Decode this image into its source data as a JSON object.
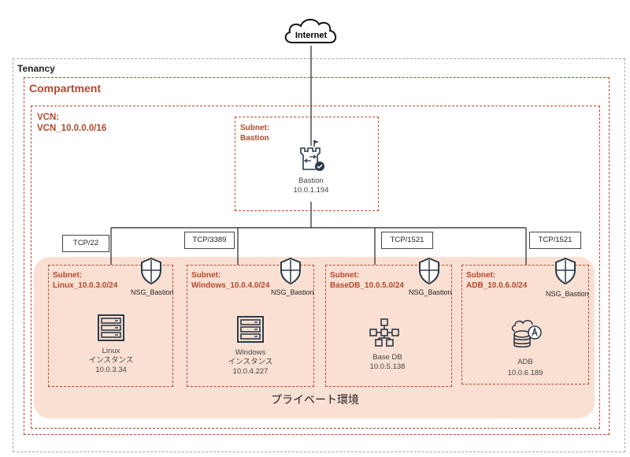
{
  "internet": {
    "label": "Internet",
    "icon": "cloud-icon"
  },
  "tenancy": {
    "label": "Tenancy"
  },
  "compartment": {
    "label": "Compartment"
  },
  "vcn": {
    "label_line1": "VCN:",
    "label_line2": "VCN_10.0.0.0/16"
  },
  "bastion_subnet": {
    "label_line1": "Subnet:",
    "label_line2": "Bastion",
    "node_name": "Bastion",
    "node_ip": "10.0.1.194",
    "icon": "bastion-tower-icon"
  },
  "tcp_labels": [
    "TCP/22",
    "TCP/3389",
    "TCP/1521",
    "TCP/1521"
  ],
  "private_area": {
    "label": "プライベート環境"
  },
  "subnets": [
    {
      "label_line1": "Subnet:",
      "label_line2": "Linux_10.0.3.0/24",
      "nsg": "NSG_Bastion",
      "node_line1": "Linux",
      "node_line2": "インスタンス",
      "node_ip": "10.0.3.34",
      "icon": "server-icon"
    },
    {
      "label_line1": "Subnet:",
      "label_line2": "Windows_10.0.4.0/24",
      "nsg": "NSG_Bastion",
      "node_line1": "Windows",
      "node_line2": "インスタンス",
      "node_ip": "10.0.4.227",
      "icon": "server-icon"
    },
    {
      "label_line1": "Subnet:",
      "label_line2": "BaseDB_10.0.5.0/24",
      "nsg": "NSG_Bastion",
      "node_line1": "Base DB",
      "node_line2": "",
      "node_ip": "10.0.5.138",
      "icon": "base-db-icon"
    },
    {
      "label_line1": "Subnet:",
      "label_line2": "ADB_10.0.6.0/24",
      "nsg": "NSG_Bastion",
      "node_line1": "ADB",
      "node_line2": "",
      "node_ip": "10.0.6.189",
      "icon": "autonomous-db-icon"
    }
  ],
  "colors": {
    "accent": "#b5482d",
    "private_fill": "#fae0d3",
    "icon_dark": "#2d3a46"
  }
}
